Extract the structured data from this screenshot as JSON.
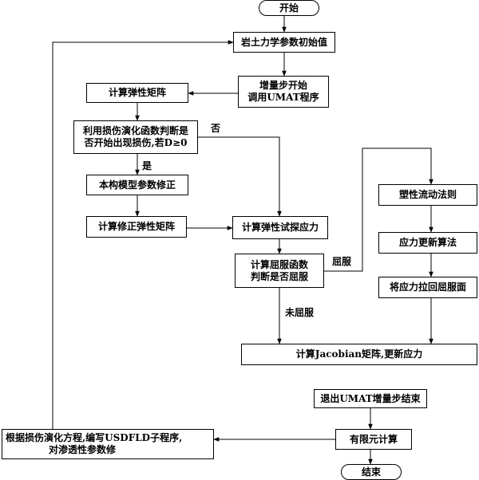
{
  "flowchart": {
    "start": "开始",
    "init": "岩土力学参数初始值",
    "increment": [
      "增量步开始",
      "调用UMAT程序"
    ],
    "elastic_matrix": "计算弹性矩阵",
    "damage_check": [
      "利用损伤演化函数判断是",
      "否开始出现损伤,若D≥0"
    ],
    "yes_label": "是",
    "no_label": "否",
    "model_correction": "本构模型参数修正",
    "modified_matrix": "计算修正弹性矩阵",
    "trial_stress": "计算弹性试探应力",
    "yield_check": [
      "计算屈服函数",
      "判断是否屈服"
    ],
    "yield_label": "屈服",
    "not_yield_label": "未屈服",
    "plastic_flow": "塑性流动法则",
    "stress_update": "应力更新算法",
    "pull_back": "将应力拉回屈服面",
    "jacobian": "计算Jacobian矩阵,更新应力",
    "exit_umat": "退出UMAT增量步结束",
    "fem_calc": "有限元计算",
    "usdfld": [
      "根据损伤演化方程,编写USDFLD子程序,",
      "对渗透性参数修"
    ],
    "end": "结束"
  }
}
